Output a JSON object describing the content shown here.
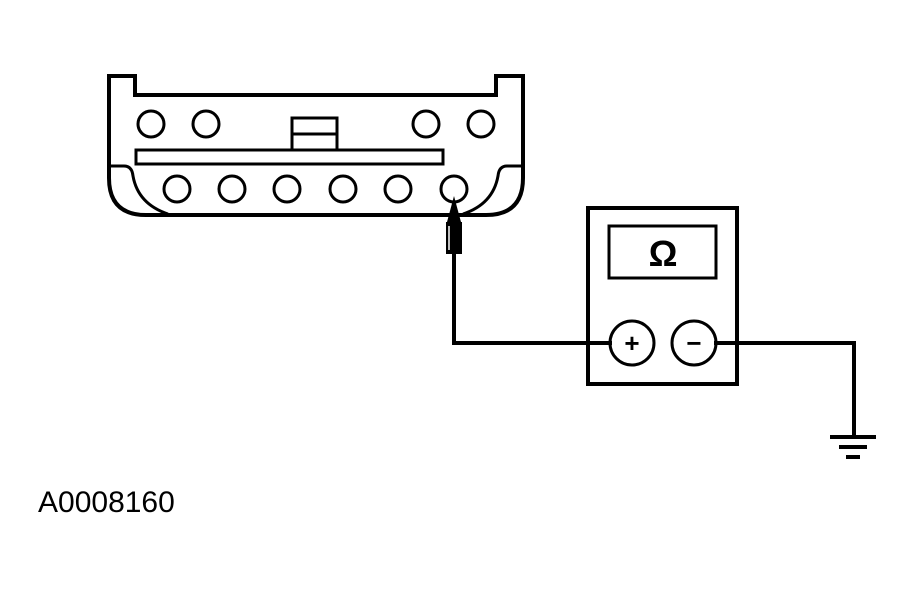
{
  "diagram": {
    "meter": {
      "display_symbol": "Ω",
      "positive_terminal": "+",
      "negative_terminal": "−"
    },
    "connector": {
      "upper_pin_count": 4,
      "lower_pin_count": 6,
      "probed_pin": "lower-6"
    },
    "figure_id": "A0008160"
  }
}
